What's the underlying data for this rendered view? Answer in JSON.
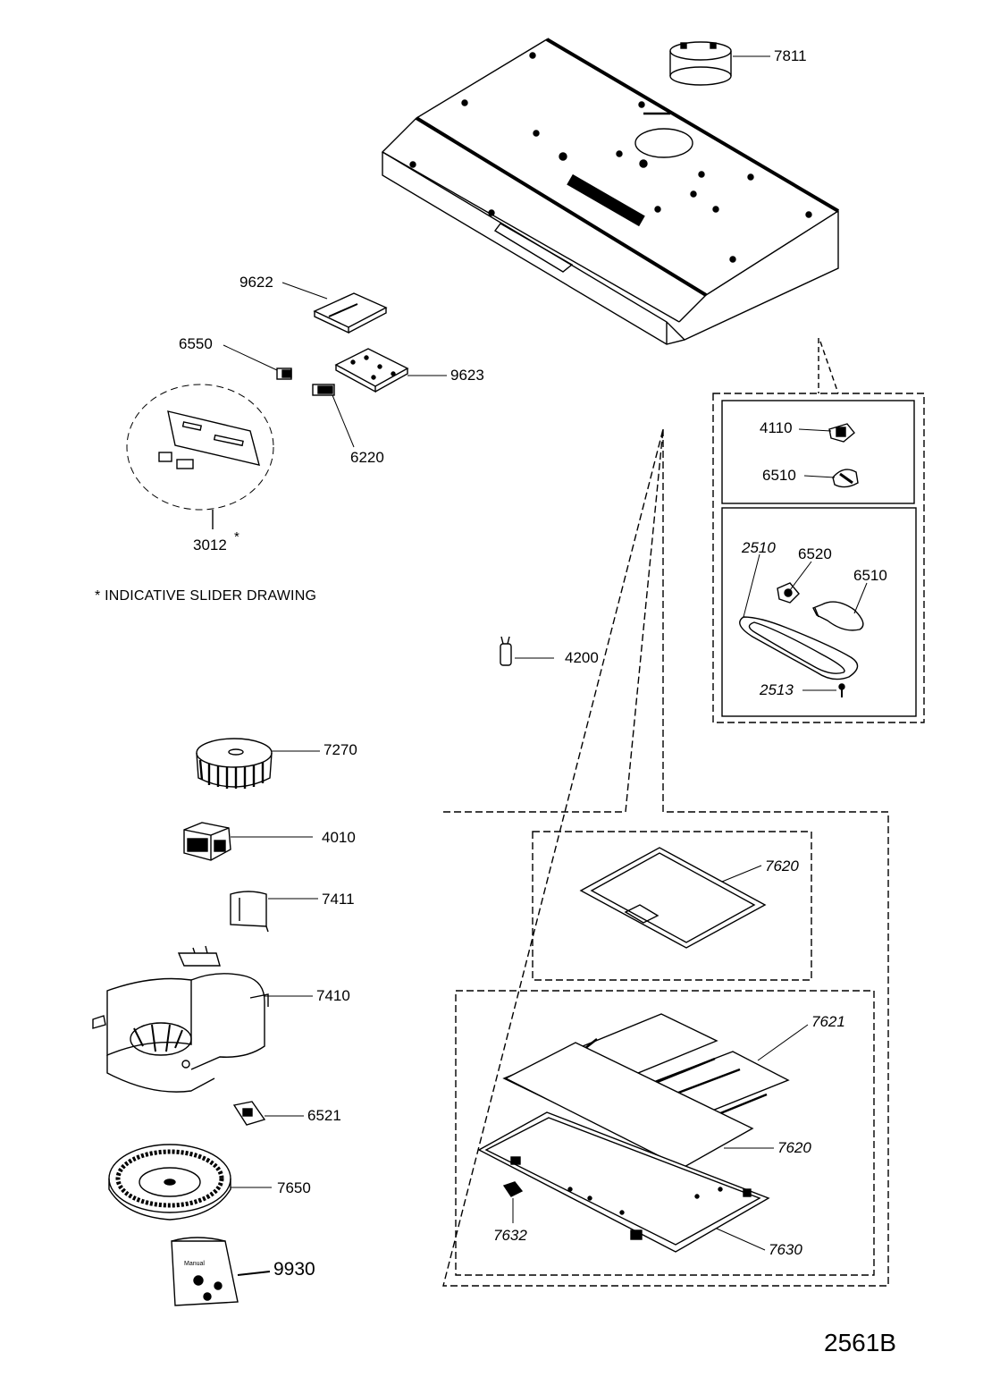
{
  "labels": {
    "p7811": "7811",
    "p9622": "9622",
    "p6550": "6550",
    "p9623": "9623",
    "p6220": "6220",
    "p3012": "3012",
    "p3012_mark": "*",
    "p4110": "4110",
    "p6510a": "6510",
    "p2510": "2510",
    "p6520": "6520",
    "p6510b": "6510",
    "p2513": "2513",
    "p4200": "4200",
    "p7270": "7270",
    "p4010": "4010",
    "p7411": "7411",
    "p7410": "7410",
    "p6521": "6521",
    "p7650": "7650",
    "p9930": "9930",
    "p7620a": "7620",
    "p7621": "7621",
    "p7620b": "7620",
    "p7632": "7632",
    "p7630": "7630"
  },
  "note": "* INDICATIVE SLIDER DRAWING",
  "drawing_code": "2561B",
  "bag_text": "Manual"
}
